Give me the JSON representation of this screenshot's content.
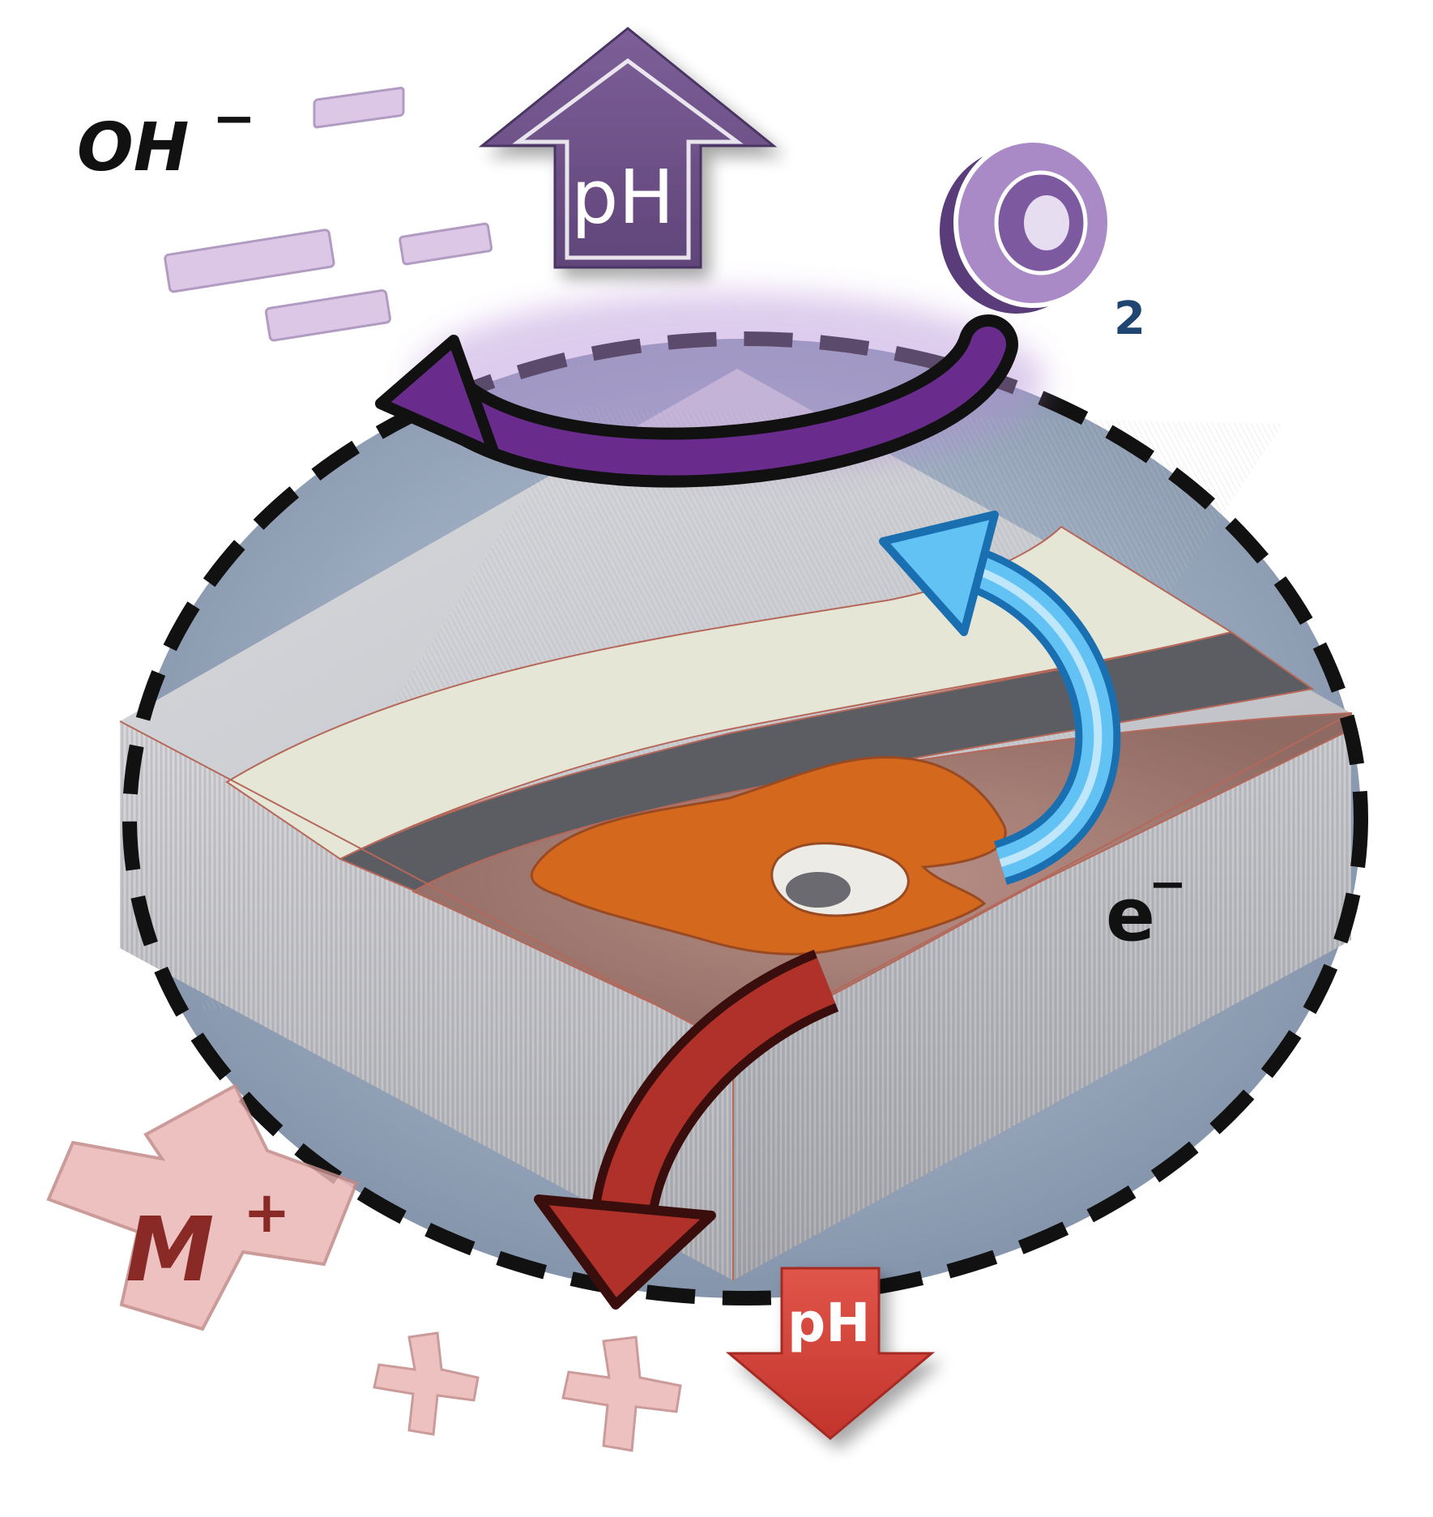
{
  "labels": {
    "hydroxide": "OH",
    "hydroxide_charge": "−",
    "ph_up": "pH",
    "oxygen_subscript": "2",
    "electron": "e",
    "electron_charge": "−",
    "metal_ion": "M",
    "metal_charge": "+",
    "ph_down": "pH"
  },
  "icons": {
    "minus_bar": "minus-sign-3d",
    "ph_up_arrow": "up-arrow",
    "oxygen_ring": "o-ring-3d",
    "cathodic_arrow": "curved-arrow-purple",
    "electron_arrow": "curved-arrow-blue",
    "anodic_arrow": "curved-arrow-red",
    "plus_sign": "plus-sign-3d",
    "ph_down_arrow": "down-arrow"
  },
  "colors": {
    "cathodic": "#6a2c8c",
    "ph_up_fill": "#6b4f86",
    "oxygen": "#9b7ab8",
    "electron_flow": "#3fa8e6",
    "anodic": "#b0302a",
    "ph_down_fill": "#d9453a",
    "metal_ion": "#e8b0ae",
    "corrosion_product": "#d46a1e",
    "ellipse_fill": "#8a9bb2"
  }
}
